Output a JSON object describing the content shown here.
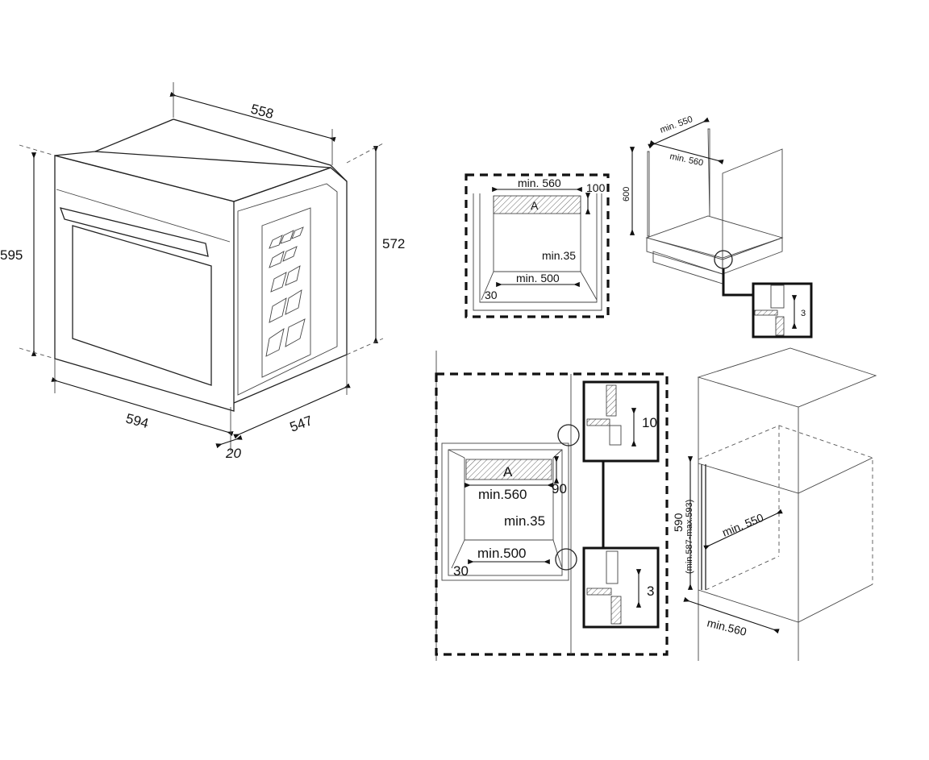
{
  "oven_dimensions": {
    "depth_top": "558",
    "height_front": "595",
    "height_side": "572",
    "width": "594",
    "depth_side": "547",
    "door_thickness": "20"
  },
  "undercounter_plan": {
    "width": "min. 560",
    "top_gap": "100",
    "area_label": "A",
    "bottom_gap": "min.35",
    "base_width": "min. 500",
    "side": "30"
  },
  "undercounter_cabinet": {
    "depth": "min. 550",
    "width": "min. 560",
    "height": "600",
    "detail_gap": "3"
  },
  "column_plan": {
    "area_label": "A",
    "width": "min.560",
    "top_gap": "90",
    "bottom_gap": "min.35",
    "base_width": "min.500",
    "side": "30",
    "detail_top_gap": "10",
    "detail_bottom_gap": "3"
  },
  "column_cabinet": {
    "height": "590",
    "height_range": "(min.587-max.593)",
    "depth": "min. 550",
    "width": "min.560"
  }
}
